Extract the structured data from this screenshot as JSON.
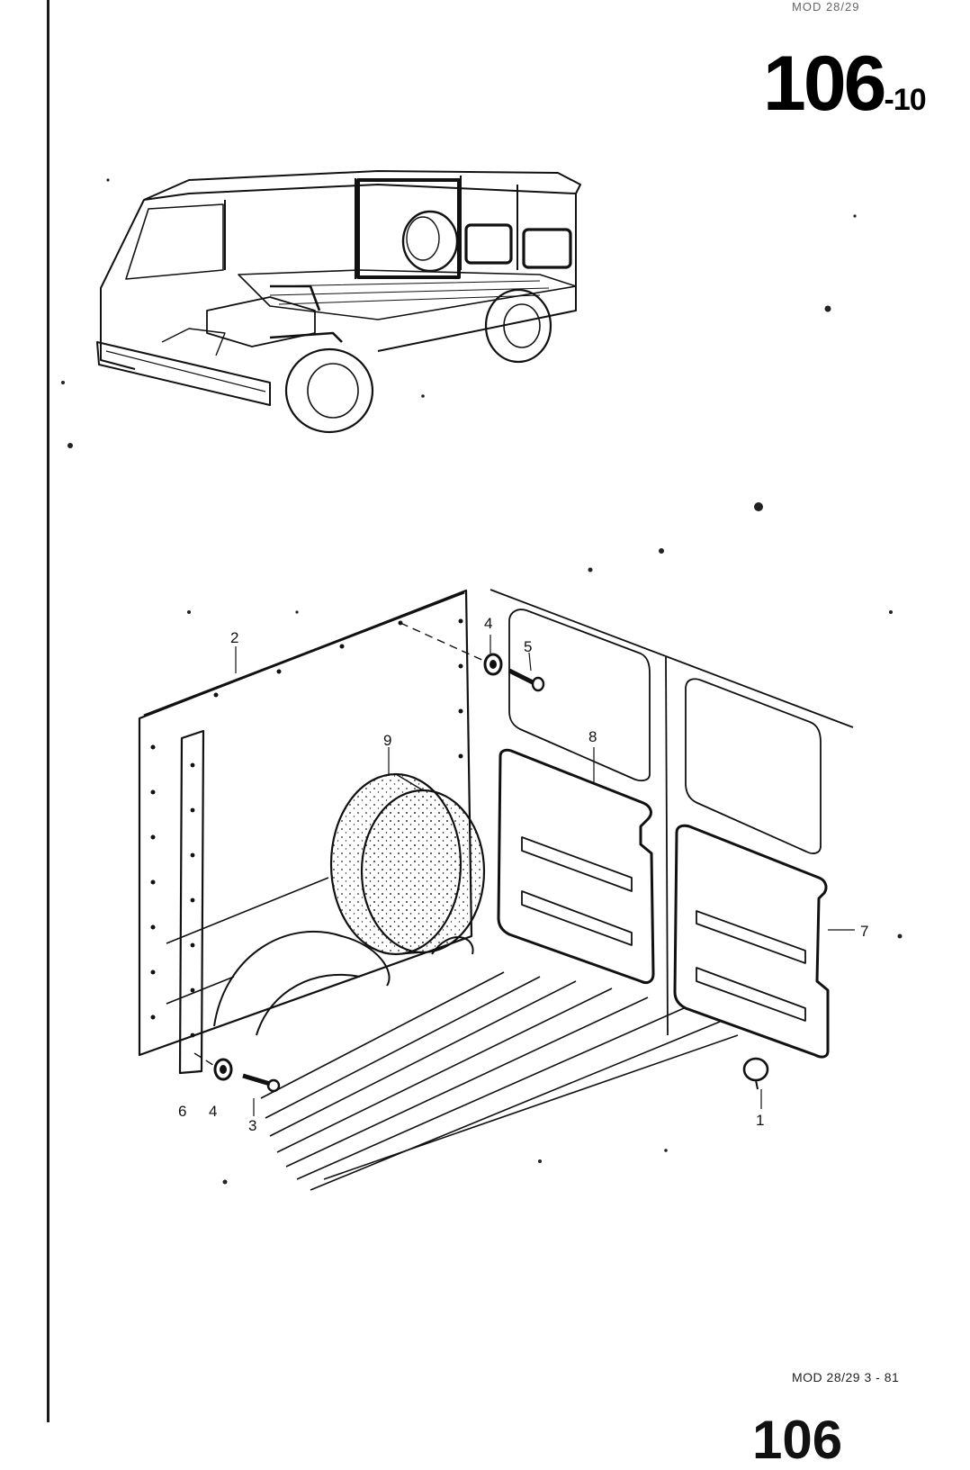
{
  "header": {
    "clipped_text": "MOD 28/29",
    "page_number": "106",
    "page_suffix": "-10"
  },
  "callouts": [
    {
      "id": "1",
      "label": "1"
    },
    {
      "id": "2",
      "label": "2"
    },
    {
      "id": "3",
      "label": "3"
    },
    {
      "id": "4a",
      "label": "4"
    },
    {
      "id": "4b",
      "label": "4"
    },
    {
      "id": "5",
      "label": "5"
    },
    {
      "id": "6",
      "label": "6"
    },
    {
      "id": "7",
      "label": "7"
    },
    {
      "id": "8",
      "label": "8"
    },
    {
      "id": "9",
      "label": "9"
    }
  ],
  "footer": {
    "model_code": "MOD 28/29  3 - 81",
    "clipped_number": "106"
  },
  "colors": {
    "ink": "#111111",
    "paper": "#ffffff"
  }
}
